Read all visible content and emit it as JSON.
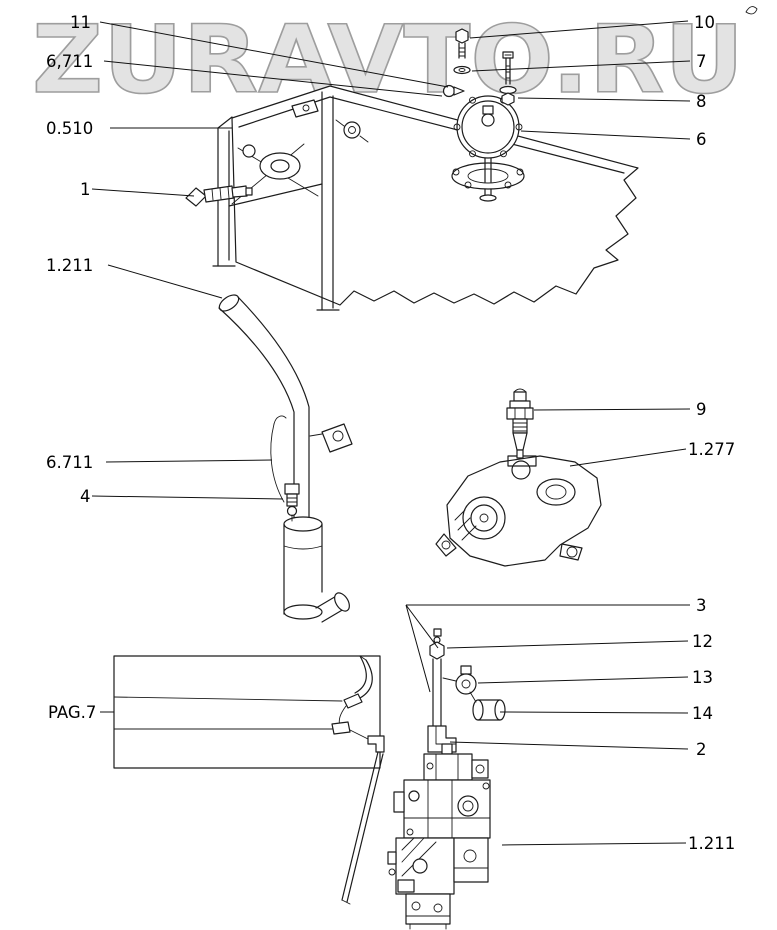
{
  "watermark": {
    "text": "ZURAVTO.RU",
    "fill": "#e3e3e3",
    "stroke": "#9e9e9e"
  },
  "callouts": {
    "left": [
      {
        "label": "11"
      },
      {
        "label": "6,711"
      },
      {
        "label": "0.510"
      },
      {
        "label": "1"
      },
      {
        "label": "1.211"
      },
      {
        "label": "6.711"
      },
      {
        "label": "4"
      },
      {
        "label": "PAG.7"
      }
    ],
    "right": [
      {
        "label": "10"
      },
      {
        "label": "7"
      },
      {
        "label": "8"
      },
      {
        "label": "6"
      },
      {
        "label": "9"
      },
      {
        "label": "1.277"
      },
      {
        "label": "3"
      },
      {
        "label": "12"
      },
      {
        "label": "13"
      },
      {
        "label": "14"
      },
      {
        "label": "2"
      },
      {
        "label": "1.211"
      }
    ]
  }
}
